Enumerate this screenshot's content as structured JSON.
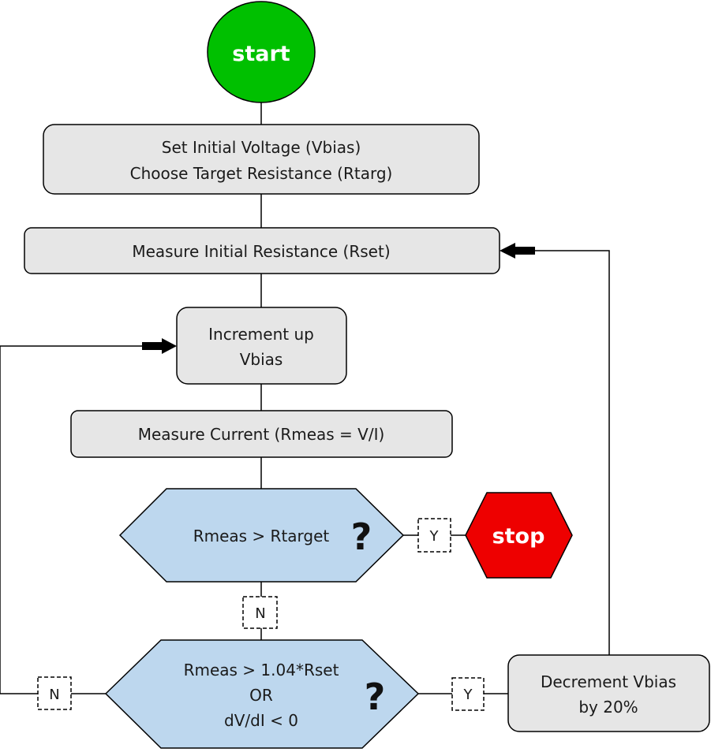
{
  "nodes": {
    "start": {
      "label": "start",
      "color": "#00c000"
    },
    "init": {
      "line1": "Set Initial Voltage (Vbias)",
      "line2": "Choose Target Resistance (Rtarg)"
    },
    "measure_rset": {
      "label": "Measure Initial Resistance (Rset)"
    },
    "increment": {
      "line1": "Increment up",
      "line2": "Vbias"
    },
    "measure_current": {
      "label": "Measure Current (Rmeas = V/I)"
    },
    "decision1": {
      "label": "Rmeas > Rtarget",
      "mark": "?"
    },
    "stop": {
      "label": "stop",
      "color": "#ee0000"
    },
    "decision2": {
      "line1": "Rmeas > 1.04*Rset",
      "line2": "OR",
      "line3": "dV/dI < 0",
      "mark": "?"
    },
    "decrement": {
      "line1": "Decrement Vbias",
      "line2": "by 20%"
    }
  },
  "edge_labels": {
    "d1_yes": "Y",
    "d1_no": "N",
    "d2_yes": "Y",
    "d2_no": "N"
  },
  "colors": {
    "process_fill": "#e6e6e6",
    "decision_fill": "#bdd7ee",
    "line": "#000000"
  }
}
